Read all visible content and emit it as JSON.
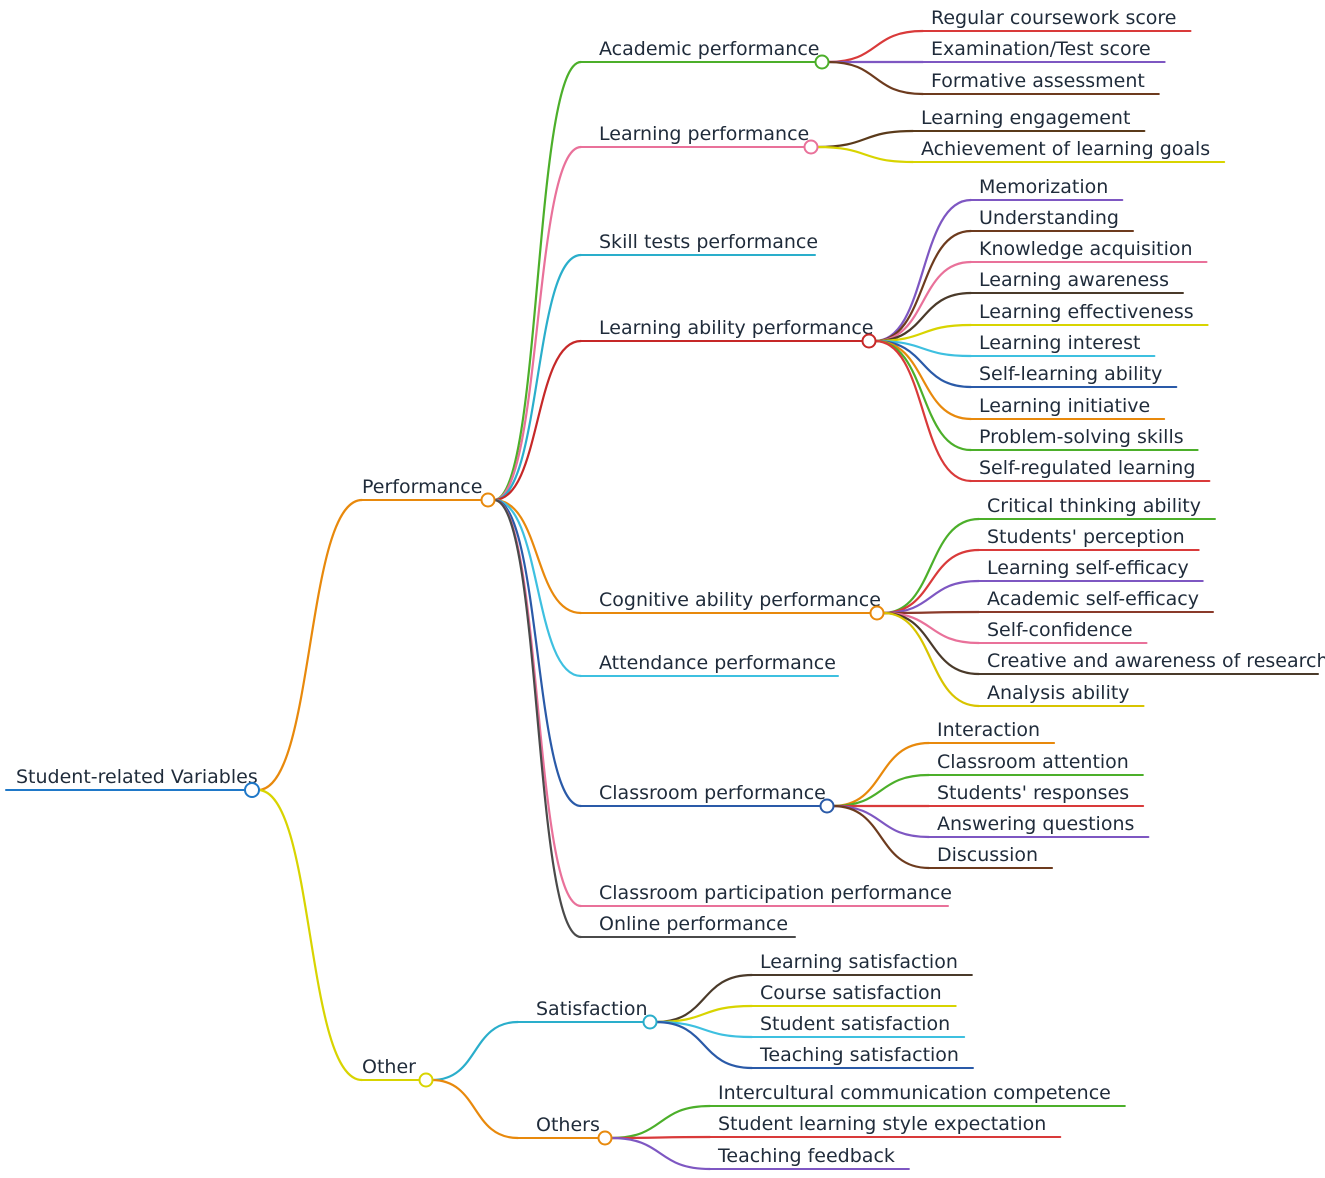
{
  "mindmap": {
    "root": {
      "label": "Student-related Variables",
      "color": "#1f78c8",
      "children": [
        {
          "label": "Performance",
          "color": "#e8890c",
          "children": [
            {
              "label": "Academic performance",
              "color": "#4caf2a",
              "children": [
                {
                  "label": "Regular coursework score",
                  "color": "#d93a3a"
                },
                {
                  "label": "Examination/Test score",
                  "color": "#7e57c2"
                },
                {
                  "label": "Formative assessment",
                  "color": "#6d3b1e"
                }
              ]
            },
            {
              "label": "Learning performance",
              "color": "#e9719a",
              "children": [
                {
                  "label": "Learning engagement",
                  "color": "#5a3a1a"
                },
                {
                  "label": "Achievement of learning goals",
                  "color": "#d8d400"
                }
              ]
            },
            {
              "label": "Skill tests performance",
              "color": "#2aaecb"
            },
            {
              "label": "Learning ability performance",
              "color": "#c62828",
              "children": [
                {
                  "label": "Memorization",
                  "color": "#7e57c2"
                },
                {
                  "label": "Understanding",
                  "color": "#6d3b1e"
                },
                {
                  "label": "Knowledge acquisition",
                  "color": "#e9719a"
                },
                {
                  "label": "Learning awareness",
                  "color": "#4a3a2a"
                },
                {
                  "label": "Learning effectiveness",
                  "color": "#d8d400"
                },
                {
                  "label": "Learning interest",
                  "color": "#3ec0e0"
                },
                {
                  "label": "Self-learning ability",
                  "color": "#2a5aa8"
                },
                {
                  "label": "Learning initiative",
                  "color": "#e8890c"
                },
                {
                  "label": "Problem-solving skills",
                  "color": "#4caf2a"
                },
                {
                  "label": "Self-regulated learning",
                  "color": "#d93a3a"
                }
              ]
            },
            {
              "label": "Cognitive ability performance",
              "color": "#e8890c",
              "children": [
                {
                  "label": "Critical thinking ability",
                  "color": "#4caf2a"
                },
                {
                  "label": "Students' perception",
                  "color": "#d93a3a"
                },
                {
                  "label": "Learning self-efficacy",
                  "color": "#7e57c2"
                },
                {
                  "label": "Academic self-efficacy",
                  "color": "#8a3a2a"
                },
                {
                  "label": "Self-confidence",
                  "color": "#e9719a"
                },
                {
                  "label": "Creative and awareness of research",
                  "color": "#4a3a2a"
                },
                {
                  "label": "Analysis ability",
                  "color": "#d8c400"
                }
              ]
            },
            {
              "label": "Attendance performance",
              "color": "#3ec0e0"
            },
            {
              "label": "Classroom performance",
              "color": "#2a5aa8",
              "children": [
                {
                  "label": "Interaction",
                  "color": "#e8890c"
                },
                {
                  "label": "Classroom attention",
                  "color": "#4caf2a"
                },
                {
                  "label": "Students' responses",
                  "color": "#d93a3a"
                },
                {
                  "label": "Answering questions",
                  "color": "#7e57c2"
                },
                {
                  "label": "Discussion",
                  "color": "#6d3b1e"
                }
              ]
            },
            {
              "label": "Classroom participation performance",
              "color": "#e9719a"
            },
            {
              "label": "Online performance",
              "color": "#4a4a4a"
            }
          ]
        },
        {
          "label": "Other",
          "color": "#d8d400",
          "children": [
            {
              "label": "Satisfaction",
              "color": "#2aaecb",
              "children": [
                {
                  "label": "Learning satisfaction",
                  "color": "#4a3a2a"
                },
                {
                  "label": "Course satisfaction",
                  "color": "#d8d400"
                },
                {
                  "label": "Student satisfaction",
                  "color": "#3ec0e0"
                },
                {
                  "label": "Teaching satisfaction",
                  "color": "#2a5aa8"
                }
              ]
            },
            {
              "label": "Others",
              "color": "#e8890c",
              "children": [
                {
                  "label": "Intercultural communication competence",
                  "color": "#4caf2a"
                },
                {
                  "label": "Student learning style expectation",
                  "color": "#d93a3a"
                },
                {
                  "label": "Teaching feedback",
                  "color": "#7e57c2"
                }
              ]
            }
          ]
        }
      ]
    }
  }
}
